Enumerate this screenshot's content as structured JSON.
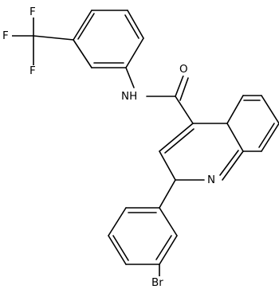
{
  "molecule": {
    "atoms": {
      "F1": "F",
      "F2": "F",
      "F3": "F",
      "O": "O",
      "NH": "NH",
      "N": "N",
      "Br": "Br"
    }
  }
}
